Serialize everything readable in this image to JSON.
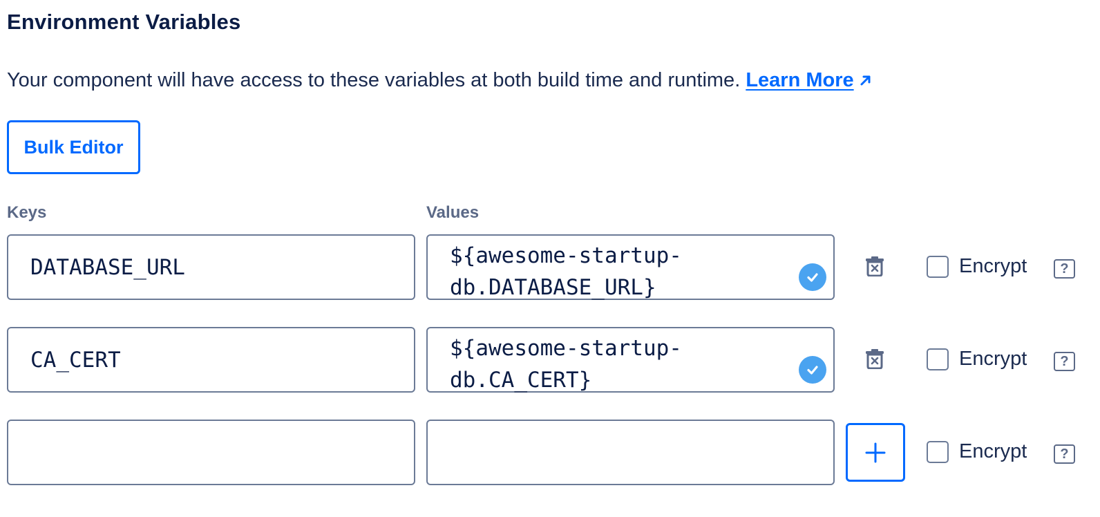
{
  "section": {
    "title": "Environment Variables",
    "description": "Your component will have access to these variables at both build time and runtime.",
    "learn_more_label": "Learn More"
  },
  "bulk_editor_label": "Bulk Editor",
  "columns": {
    "keys_label": "Keys",
    "values_label": "Values"
  },
  "rows": [
    {
      "key": "DATABASE_URL",
      "value": "${awesome-startup-\ndb.DATABASE_URL}",
      "encrypt_label": "Encrypt",
      "help": "?"
    },
    {
      "key": "CA_CERT",
      "value": "${awesome-startup-\ndb.CA_CERT}",
      "encrypt_label": "Encrypt",
      "help": "?"
    },
    {
      "key": "",
      "value": "",
      "encrypt_label": "Encrypt",
      "help": "?"
    }
  ],
  "icons": {
    "external_link": "arrow-up-right-icon",
    "valid": "check-circle-icon",
    "delete": "trash-icon",
    "add": "plus-icon"
  },
  "colors": {
    "accent": "#0069ff",
    "heading": "#0b1c45",
    "muted": "#5b6987",
    "valid_badge": "#4aa3f0"
  }
}
